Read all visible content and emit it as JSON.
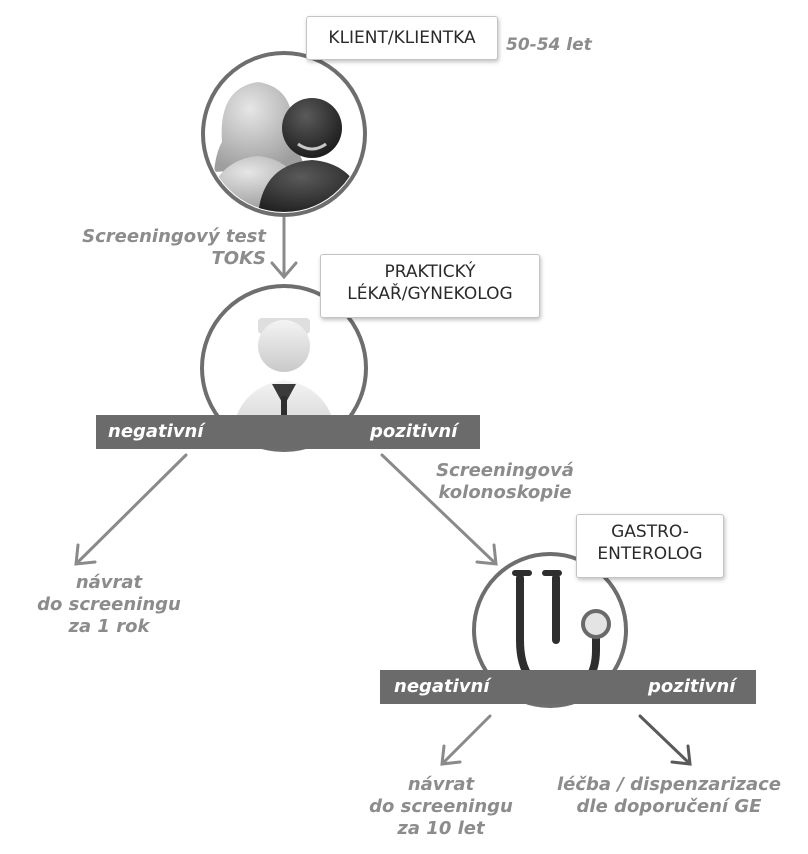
{
  "nodes": {
    "client": {
      "label": "KLIENT/KLIENTKA",
      "age": "50-54 let"
    },
    "doctor": {
      "label": "PRAKTICKÝ\nLÉKAŘ/GYNEKOLOG"
    },
    "gastro": {
      "label": "GASTRO-\nENTEROLOG"
    }
  },
  "edges": {
    "test": "Screeningový test\nTOKS",
    "colonoscopy": "Screeningová\nkolonoskopie"
  },
  "bars": {
    "first": {
      "negative": "negativní",
      "positive": "pozitivní"
    },
    "second": {
      "negative": "negativní",
      "positive": "pozitivní"
    }
  },
  "outcomes": {
    "return_1_year": "návrat\ndo screeningu\nza 1 rok",
    "return_10_years": "návrat\ndo screeningu\nza 10 let",
    "treatment": "léčba / dispenzarizace\ndle doporučení GE"
  },
  "colors": {
    "bar": "#6b6b6b",
    "arrow": "#8a8a8a",
    "text": "#8c8c8c"
  }
}
